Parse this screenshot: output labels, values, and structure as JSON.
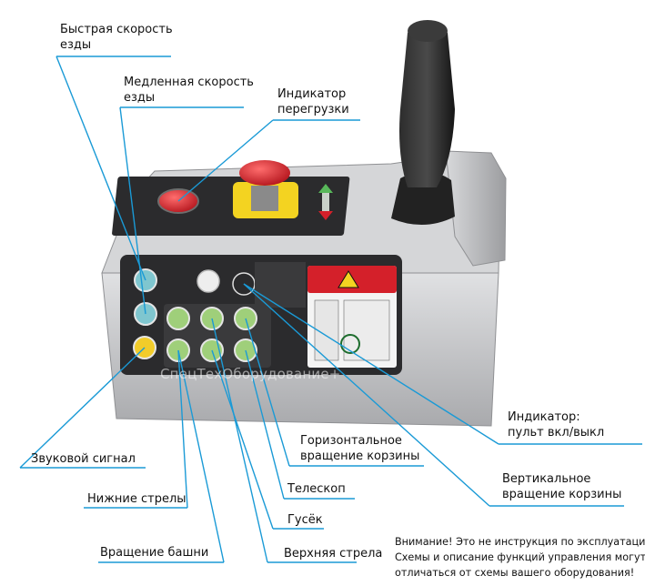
{
  "labels": {
    "fast_speed": [
      "Быстрая скорость",
      "езды"
    ],
    "slow_speed": [
      "Медленная скорость",
      "езды"
    ],
    "overload_indicator": [
      "Индикатор",
      "перегрузки"
    ],
    "power_indicator": [
      "Индикатор:",
      "пульт вкл/выкл"
    ],
    "horn": "Звуковой сигнал",
    "lower_booms": "Нижние стрелы",
    "tower_rotation": "Вращение башни",
    "horizontal_basket": [
      "Горизонтальное",
      "вращение корзины"
    ],
    "telescope": "Телескоп",
    "jib": "Гусёк",
    "upper_boom": "Верхняя стрела",
    "vertical_basket": [
      "Вертикальное",
      "вращение корзины"
    ]
  },
  "note": [
    "Внимание! Это не инструкция по эксплуатации!",
    "Схемы и описание функций управления могут",
    "отличаться от схемы вашего оборудования!"
  ],
  "watermark": "СпецТехОборудование+",
  "colors": {
    "leader_line": "#1a9ad6",
    "panel_body": "#c9cacc",
    "panel_face": "#2b2b2d",
    "button_green": "#9fcf7a",
    "button_teal": "#7fc6cf",
    "horn_yellow": "#f2cc2a",
    "estop_red": "#d4202a",
    "estop_yellow": "#f3d321",
    "warning_red": "#d4202a"
  }
}
